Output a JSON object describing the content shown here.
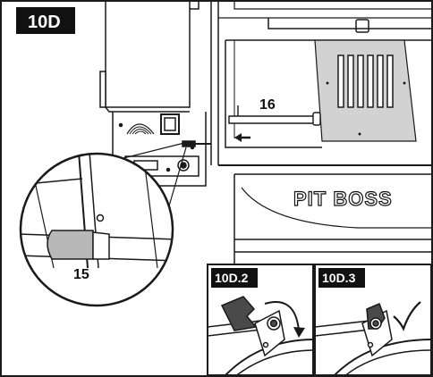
{
  "step_label": "10D",
  "callout_cable": "15",
  "callout_rod": "16",
  "brand_text": "PIT BOSS",
  "inset_left_label": "10D.2",
  "inset_right_label": "10D.3",
  "colors": {
    "line": "#1a1a1a",
    "panel_gray": "#d2d2d2",
    "dark_part": "#4a4a4a",
    "label_bg": "#111111"
  }
}
